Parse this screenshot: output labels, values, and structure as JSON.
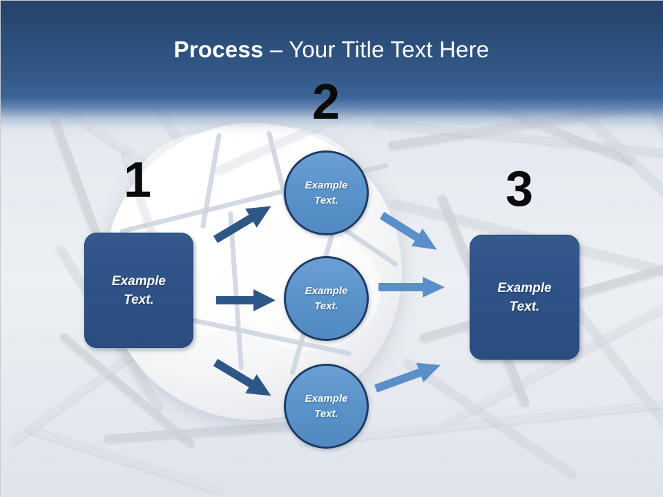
{
  "slide": {
    "title_bold": "Process",
    "title_rest": " – Your Title Text Here",
    "background_description": "soccer-ball-in-net",
    "colors": {
      "header_dark": "#24426a",
      "header_mid": "#3c6499",
      "box_fill": "#2f5388",
      "circle_fill": "#5b93cb",
      "circle_border": "#1f3a63",
      "arrow_dark": "#2e5788",
      "arrow_light": "#5b8fc9",
      "number_color": "#0a0a0a",
      "text_on_shape": "#ffffff"
    }
  },
  "steps": [
    {
      "number": "1",
      "label": "Example\nText.",
      "line1": "Example",
      "line2": "Text."
    },
    {
      "number": "2",
      "label": "Example\nText.",
      "line1": "Example",
      "line2": "Text."
    },
    {
      "number": "3",
      "label": "Example\nText.",
      "line1": "Example",
      "line2": "Text."
    }
  ],
  "start_box": {
    "line1": "Example",
    "line2": "Text."
  },
  "middle_circles": [
    {
      "line1": "Example",
      "line2": "Text."
    },
    {
      "line1": "Example",
      "line2": "Text."
    },
    {
      "line1": "Example",
      "line2": "Text."
    }
  ],
  "end_box": {
    "line1": "Example",
    "line2": "Text."
  },
  "arrows": {
    "left_group": [
      {
        "name": "arrow-start-to-top",
        "direction": "up-right",
        "color": "#2e5788"
      },
      {
        "name": "arrow-start-to-middle",
        "direction": "right",
        "color": "#2e5788"
      },
      {
        "name": "arrow-start-to-bottom",
        "direction": "down-right",
        "color": "#2e5788"
      }
    ],
    "right_group": [
      {
        "name": "arrow-top-to-end",
        "direction": "down-right",
        "color": "#5b8fc9"
      },
      {
        "name": "arrow-middle-to-end",
        "direction": "right",
        "color": "#5b8fc9"
      },
      {
        "name": "arrow-bottom-to-end",
        "direction": "up-right",
        "color": "#5b8fc9"
      }
    ]
  }
}
